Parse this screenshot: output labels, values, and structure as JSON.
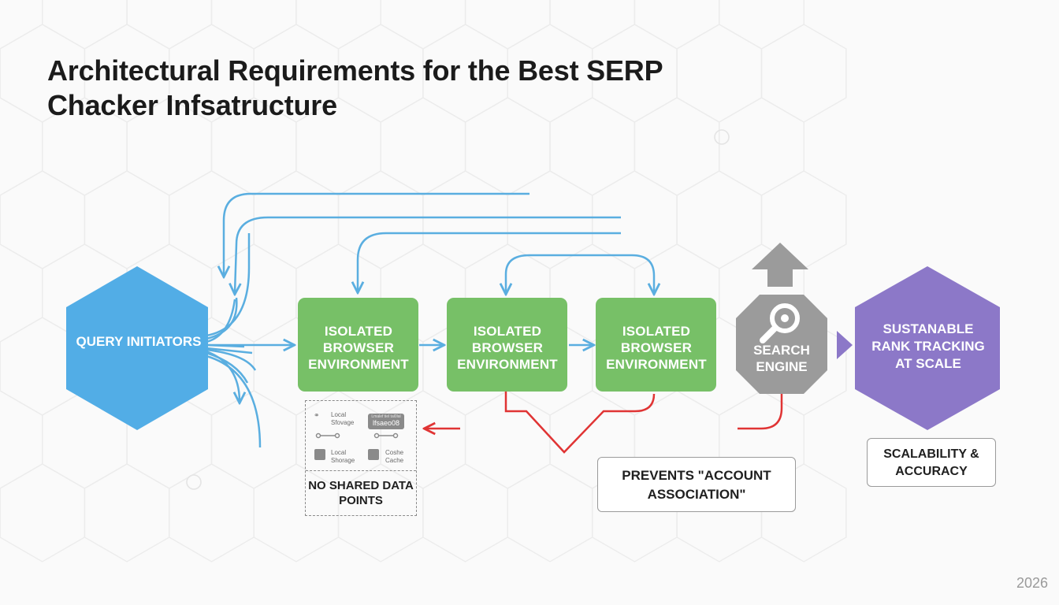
{
  "title": {
    "line1": "Architectural Requirements for the Best SERP",
    "line2": "Chacker Infsatructure"
  },
  "nodes": {
    "query": "QUERY INITIATORS",
    "env1": "ISOLATED BROWSER ENVIRONMENT",
    "env2": "ISOLATED BROWSER ENVIRONMENT",
    "env3": "ISOLATED BROWSER ENVIRONMENT",
    "search": "SEARCH ENGINE",
    "outcome": "SUSTANABLE RANK TRACKING AT SCALE"
  },
  "notes": {
    "prevents": "PREVENTS \"ACCOUNT ASSOCIATION\"",
    "scalability": "SCALABILITY & ACCURACY"
  },
  "storage": {
    "title": "NO SHARED DATA POINTS",
    "item1": "Local Sfovage",
    "chip_small": "Lmalef tiel tal0lal",
    "chip_large": "lfsaeo08",
    "item3": "Local Shorage",
    "item4": "Coshe Cache"
  },
  "footer": {
    "year": "2026"
  },
  "colors": {
    "query": "#52ade6",
    "env": "#77c067",
    "search": "#9b9b9b",
    "outcome": "#8c78c8",
    "flow_blue": "#5aaee0",
    "flow_red": "#e03434"
  }
}
